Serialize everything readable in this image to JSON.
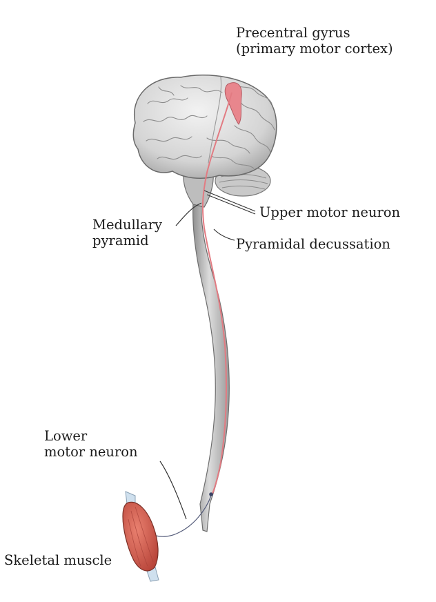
{
  "labels": {
    "precentral_gyrus": [
      "Precentral gyrus",
      "(primary motor cortex)"
    ],
    "upper_motor_neuron": "Upper motor neuron",
    "medullary_pyramid": [
      "Medullary",
      "pyramid"
    ],
    "pyramidal_decussation": "Pyramidal decussation",
    "lower_motor_neuron": [
      "Lower",
      "motor neuron"
    ],
    "skeletal_muscle": "Skeletal muscle"
  },
  "colors": {
    "neuron_pathway": "#e27b82",
    "gyrus_highlight": "#e8868d",
    "muscle": "#d85a4e",
    "tendon": "#cfe0ee",
    "brain_tissue": "#d9d9d9",
    "spinal_cord": "#b8b8b8",
    "leader_line": "#333333"
  }
}
